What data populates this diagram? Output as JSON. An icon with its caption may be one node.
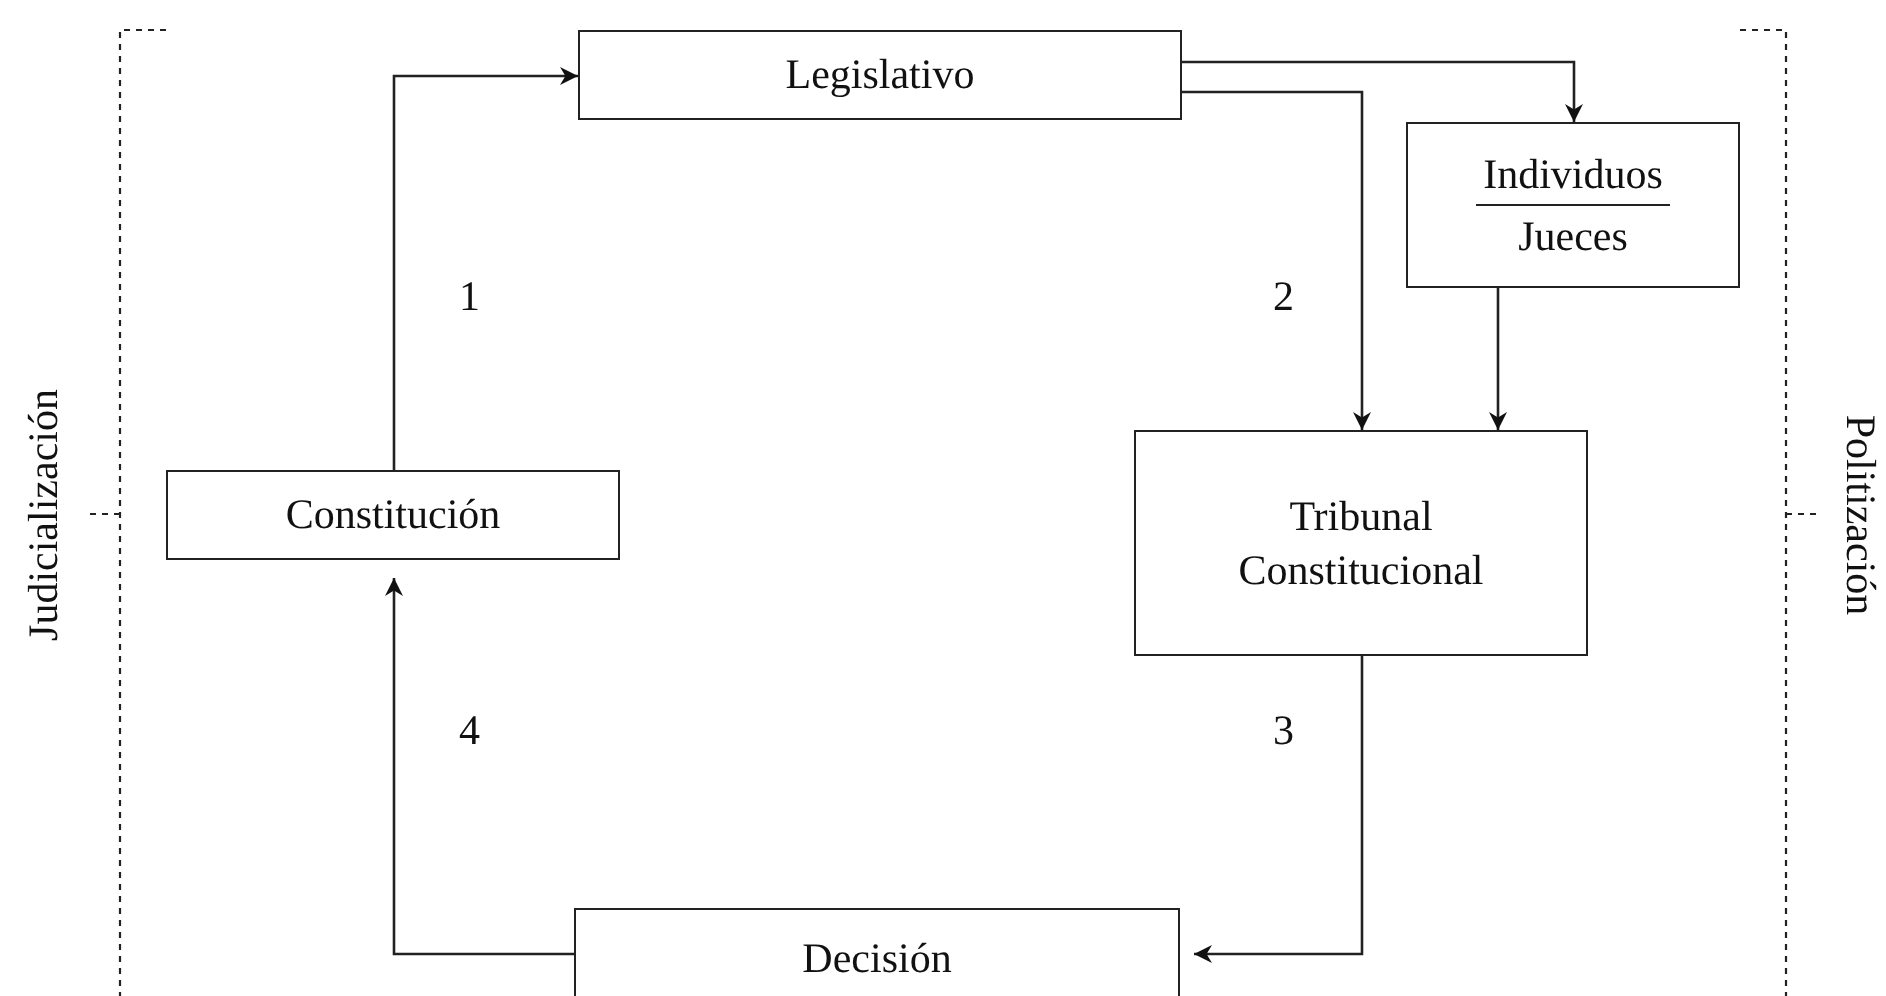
{
  "diagram": {
    "nodes": [
      {
        "text": [
          "Legislativo"
        ]
      },
      {
        "text": [
          "Individuos",
          "Jueces"
        ]
      },
      {
        "text": [
          "Tribunal Constitucional"
        ]
      },
      {
        "text": [
          "Constitución"
        ]
      },
      {
        "text": [
          "Decisión"
        ]
      }
    ],
    "edges": [
      {
        "from": 3,
        "to": 0,
        "arrow": "to"
      },
      {
        "from": 0,
        "to": 1,
        "arrow": "to"
      },
      {
        "from": 0,
        "to": 2,
        "arrow": "to"
      },
      {
        "from": 1,
        "to": 2,
        "arrow": "to"
      },
      {
        "from": 2,
        "to": 4,
        "arrow": "to"
      },
      {
        "from": 4,
        "to": 3,
        "arrow": "to"
      }
    ],
    "labels": [
      "Judicialización",
      "1",
      "2",
      "Politización",
      "4",
      "3"
    ]
  }
}
